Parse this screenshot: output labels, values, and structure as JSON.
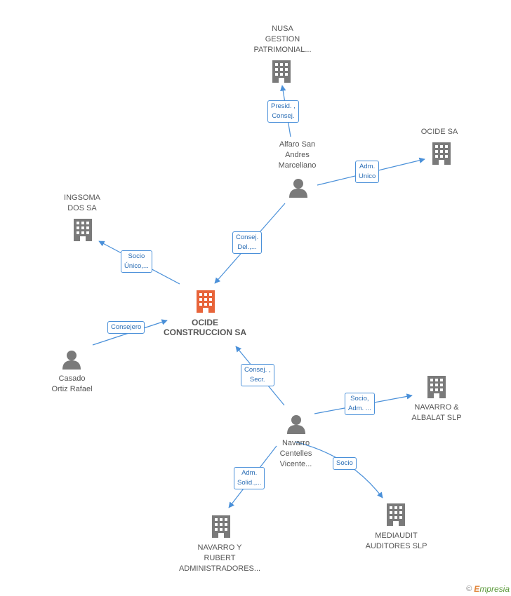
{
  "colors": {
    "edge": "#4a90d9",
    "building": "#7a7a7a",
    "building_main": "#e8643a",
    "person": "#7a7a7a"
  },
  "nodes": {
    "main": {
      "lines": [
        "OCIDE",
        "CONSTRUCCION SA"
      ],
      "icon": "building-icon"
    },
    "nusa": {
      "lines": [
        "NUSA",
        "GESTION",
        "PATRIMONIAL..."
      ],
      "icon": "building-icon"
    },
    "alfaro": {
      "lines": [
        "Alfaro San",
        "Andres",
        "Marceliano"
      ],
      "icon": "person-icon"
    },
    "ocide": {
      "lines": [
        "OCIDE SA"
      ],
      "icon": "building-icon"
    },
    "ingsoma": {
      "lines": [
        "INGSOMA",
        "DOS SA"
      ],
      "icon": "building-icon"
    },
    "casado": {
      "lines": [
        "Casado",
        "Ortiz Rafael"
      ],
      "icon": "person-icon"
    },
    "navarro": {
      "lines": [
        "Navarro",
        "Centelles",
        "Vicente..."
      ],
      "icon": "person-icon"
    },
    "albalat": {
      "lines": [
        "NAVARRO &",
        "ALBALAT SLP"
      ],
      "icon": "building-icon"
    },
    "mediaudit": {
      "lines": [
        "MEDIAUDIT",
        "AUDITORES SLP"
      ],
      "icon": "building-icon"
    },
    "rubert": {
      "lines": [
        "NAVARRO Y",
        "RUBERT",
        "ADMINISTRADORES..."
      ],
      "icon": "building-icon"
    }
  },
  "edges": {
    "alfaro_nusa": [
      "Presid. ,",
      "Consej."
    ],
    "alfaro_ocide": [
      "Adm.",
      "Unico"
    ],
    "alfaro_main": [
      "Consej.",
      "Del.,..."
    ],
    "main_ingsoma": [
      "Socio",
      "Único,..."
    ],
    "casado_main": [
      "Consejero"
    ],
    "navarro_main": [
      "Consej. ,",
      "Secr."
    ],
    "navarro_albalat": [
      "Socio,",
      "Adm. ..."
    ],
    "navarro_mediaudit": [
      "Socio"
    ],
    "navarro_rubert": [
      "Adm.",
      "Solid.,..."
    ]
  },
  "footer": {
    "copyright": "©",
    "brand_e": "E",
    "brand_rest": "mpresia"
  }
}
